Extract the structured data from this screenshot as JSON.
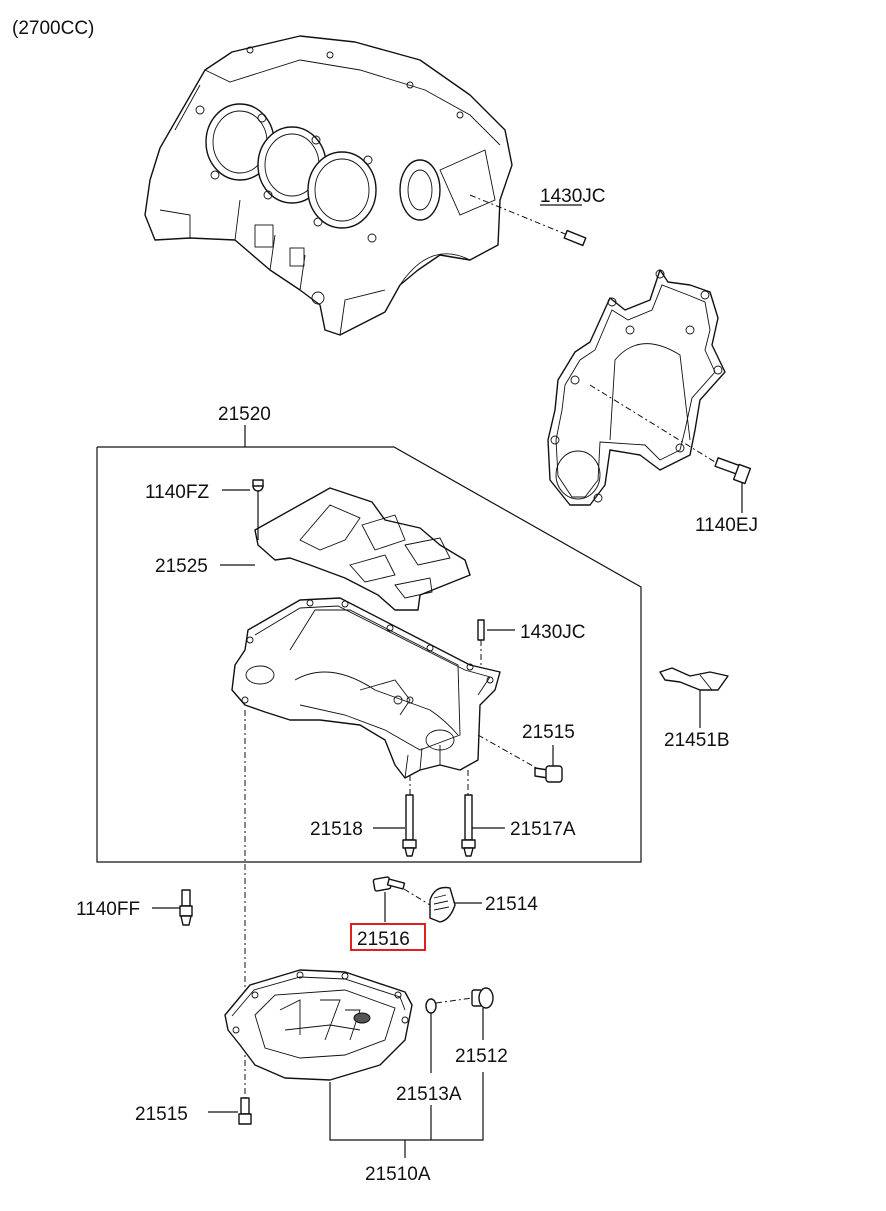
{
  "header": {
    "engine_variant": "(2700CC)"
  },
  "labels": {
    "p1430jc_top": "1430JC",
    "p1140ej": "1140EJ",
    "p21520": "21520",
    "p1140fz": "1140FZ",
    "p21525": "21525",
    "p1430jc_mid": "1430JC",
    "p21451b": "21451B",
    "p21515_mid": "21515",
    "p21518": "21518",
    "p21517a": "21517A",
    "p1140ff": "1140FF",
    "p21514": "21514",
    "p21516": "21516",
    "p21512": "21512",
    "p21513a": "21513A",
    "p21515_bottom": "21515",
    "p21510a": "21510A"
  },
  "highlight": {
    "part": "21516",
    "color": "#e0201c"
  },
  "colors": {
    "line": "#111111",
    "background": "#ffffff"
  }
}
